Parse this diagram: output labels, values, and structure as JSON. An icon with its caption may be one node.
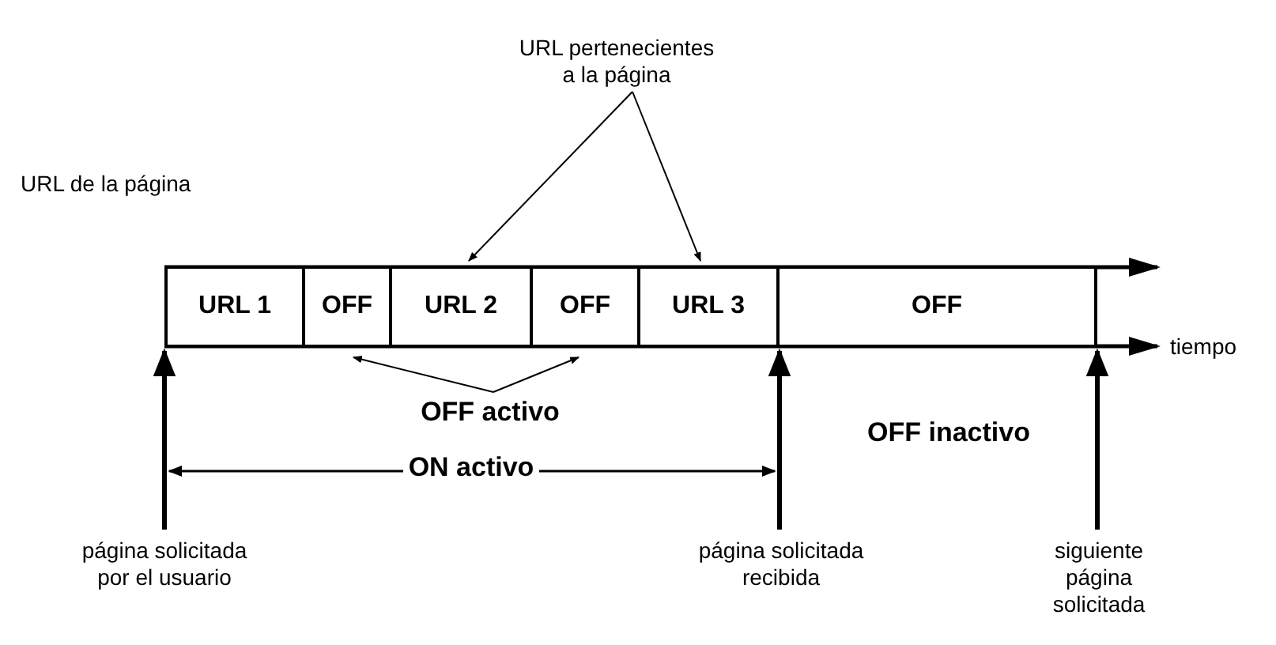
{
  "diagram": {
    "nodes": [
      {
        "text": [
          "URL pertenecientes a la página"
        ]
      },
      {
        "text": [
          "URL 1"
        ]
      },
      {
        "text": [
          "OFF"
        ]
      },
      {
        "text": [
          "URL 2"
        ]
      },
      {
        "text": [
          "OFF"
        ]
      },
      {
        "text": [
          "URL 3"
        ]
      },
      {
        "text": [
          "OFF"
        ]
      },
      {
        "text": [
          "OFF activo"
        ]
      },
      {
        "text": [
          "página solicitada por el usuario"
        ]
      },
      {
        "text": [
          "página solicitada recibida"
        ]
      },
      {
        "text": [
          "siguiente página solicitada"
        ]
      }
    ],
    "edges": [
      {
        "from": 0,
        "to": 3,
        "arrow": "to"
      },
      {
        "from": 0,
        "to": 5,
        "arrow": "to"
      },
      {
        "from": 7,
        "to": 2,
        "arrow": "to"
      },
      {
        "from": 7,
        "to": 4,
        "arrow": "to"
      },
      {
        "from": 8,
        "to": 1,
        "arrow": "to",
        "style": "thick"
      },
      {
        "from": 9,
        "to": 5,
        "arrow": "to",
        "style": "thick"
      },
      {
        "from": 10,
        "to": 6,
        "arrow": "to",
        "style": "thick"
      }
    ],
    "labels": [
      "URL de la página",
      "tiempo",
      "ON activo",
      "OFF inactivo"
    ]
  }
}
